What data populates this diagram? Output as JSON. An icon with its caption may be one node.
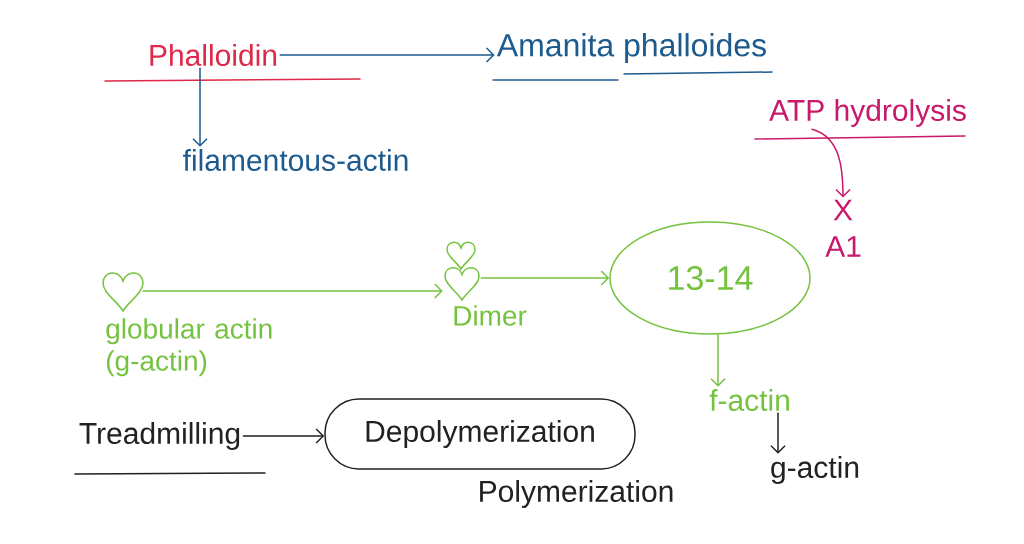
{
  "diagram": {
    "nodes": [
      {
        "text": [
          "Phalloidin"
        ]
      },
      {
        "text": [
          "Amanita phalloides"
        ]
      },
      {
        "text": [
          "filamentous-actin"
        ]
      },
      {
        "text": [
          "ATP hydrolysis"
        ]
      },
      {
        "text": [
          "X"
        ],
        "beside": [
          "A1"
        ]
      },
      {
        "text": [],
        "shape": "heart",
        "beside": [
          "globular actin (g-actin)"
        ]
      },
      {
        "text": [],
        "shape": "heart",
        "beside": [
          "Dimer"
        ]
      },
      {
        "text": [
          "13-14"
        ]
      },
      {
        "text": [
          "f-actin"
        ]
      },
      {
        "text": [
          "g-actin"
        ]
      },
      {
        "text": [
          "Treadmilling"
        ]
      },
      {
        "text": [
          "Depolymerization"
        ]
      },
      {
        "text": [
          "Polymerization"
        ]
      }
    ],
    "edges": [
      {
        "from": 0,
        "to": 1,
        "arrow": "to",
        "color": "#1d5a8e"
      },
      {
        "from": 0,
        "to": 2,
        "arrow": "to",
        "color": "#1d5a8e"
      },
      {
        "from": 3,
        "to": 4,
        "arrow": "to",
        "color": "#c8196a"
      },
      {
        "from": 5,
        "to": 6,
        "arrow": "to"
      },
      {
        "from": 6,
        "to": 7,
        "arrow": "to"
      },
      {
        "from": 7,
        "to": 8,
        "arrow": "to"
      },
      {
        "from": 8,
        "to": 9,
        "arrow": "to",
        "color": "#222222"
      },
      {
        "from": 10,
        "to": 11,
        "arrow": "to",
        "color": "#222222"
      }
    ]
  }
}
